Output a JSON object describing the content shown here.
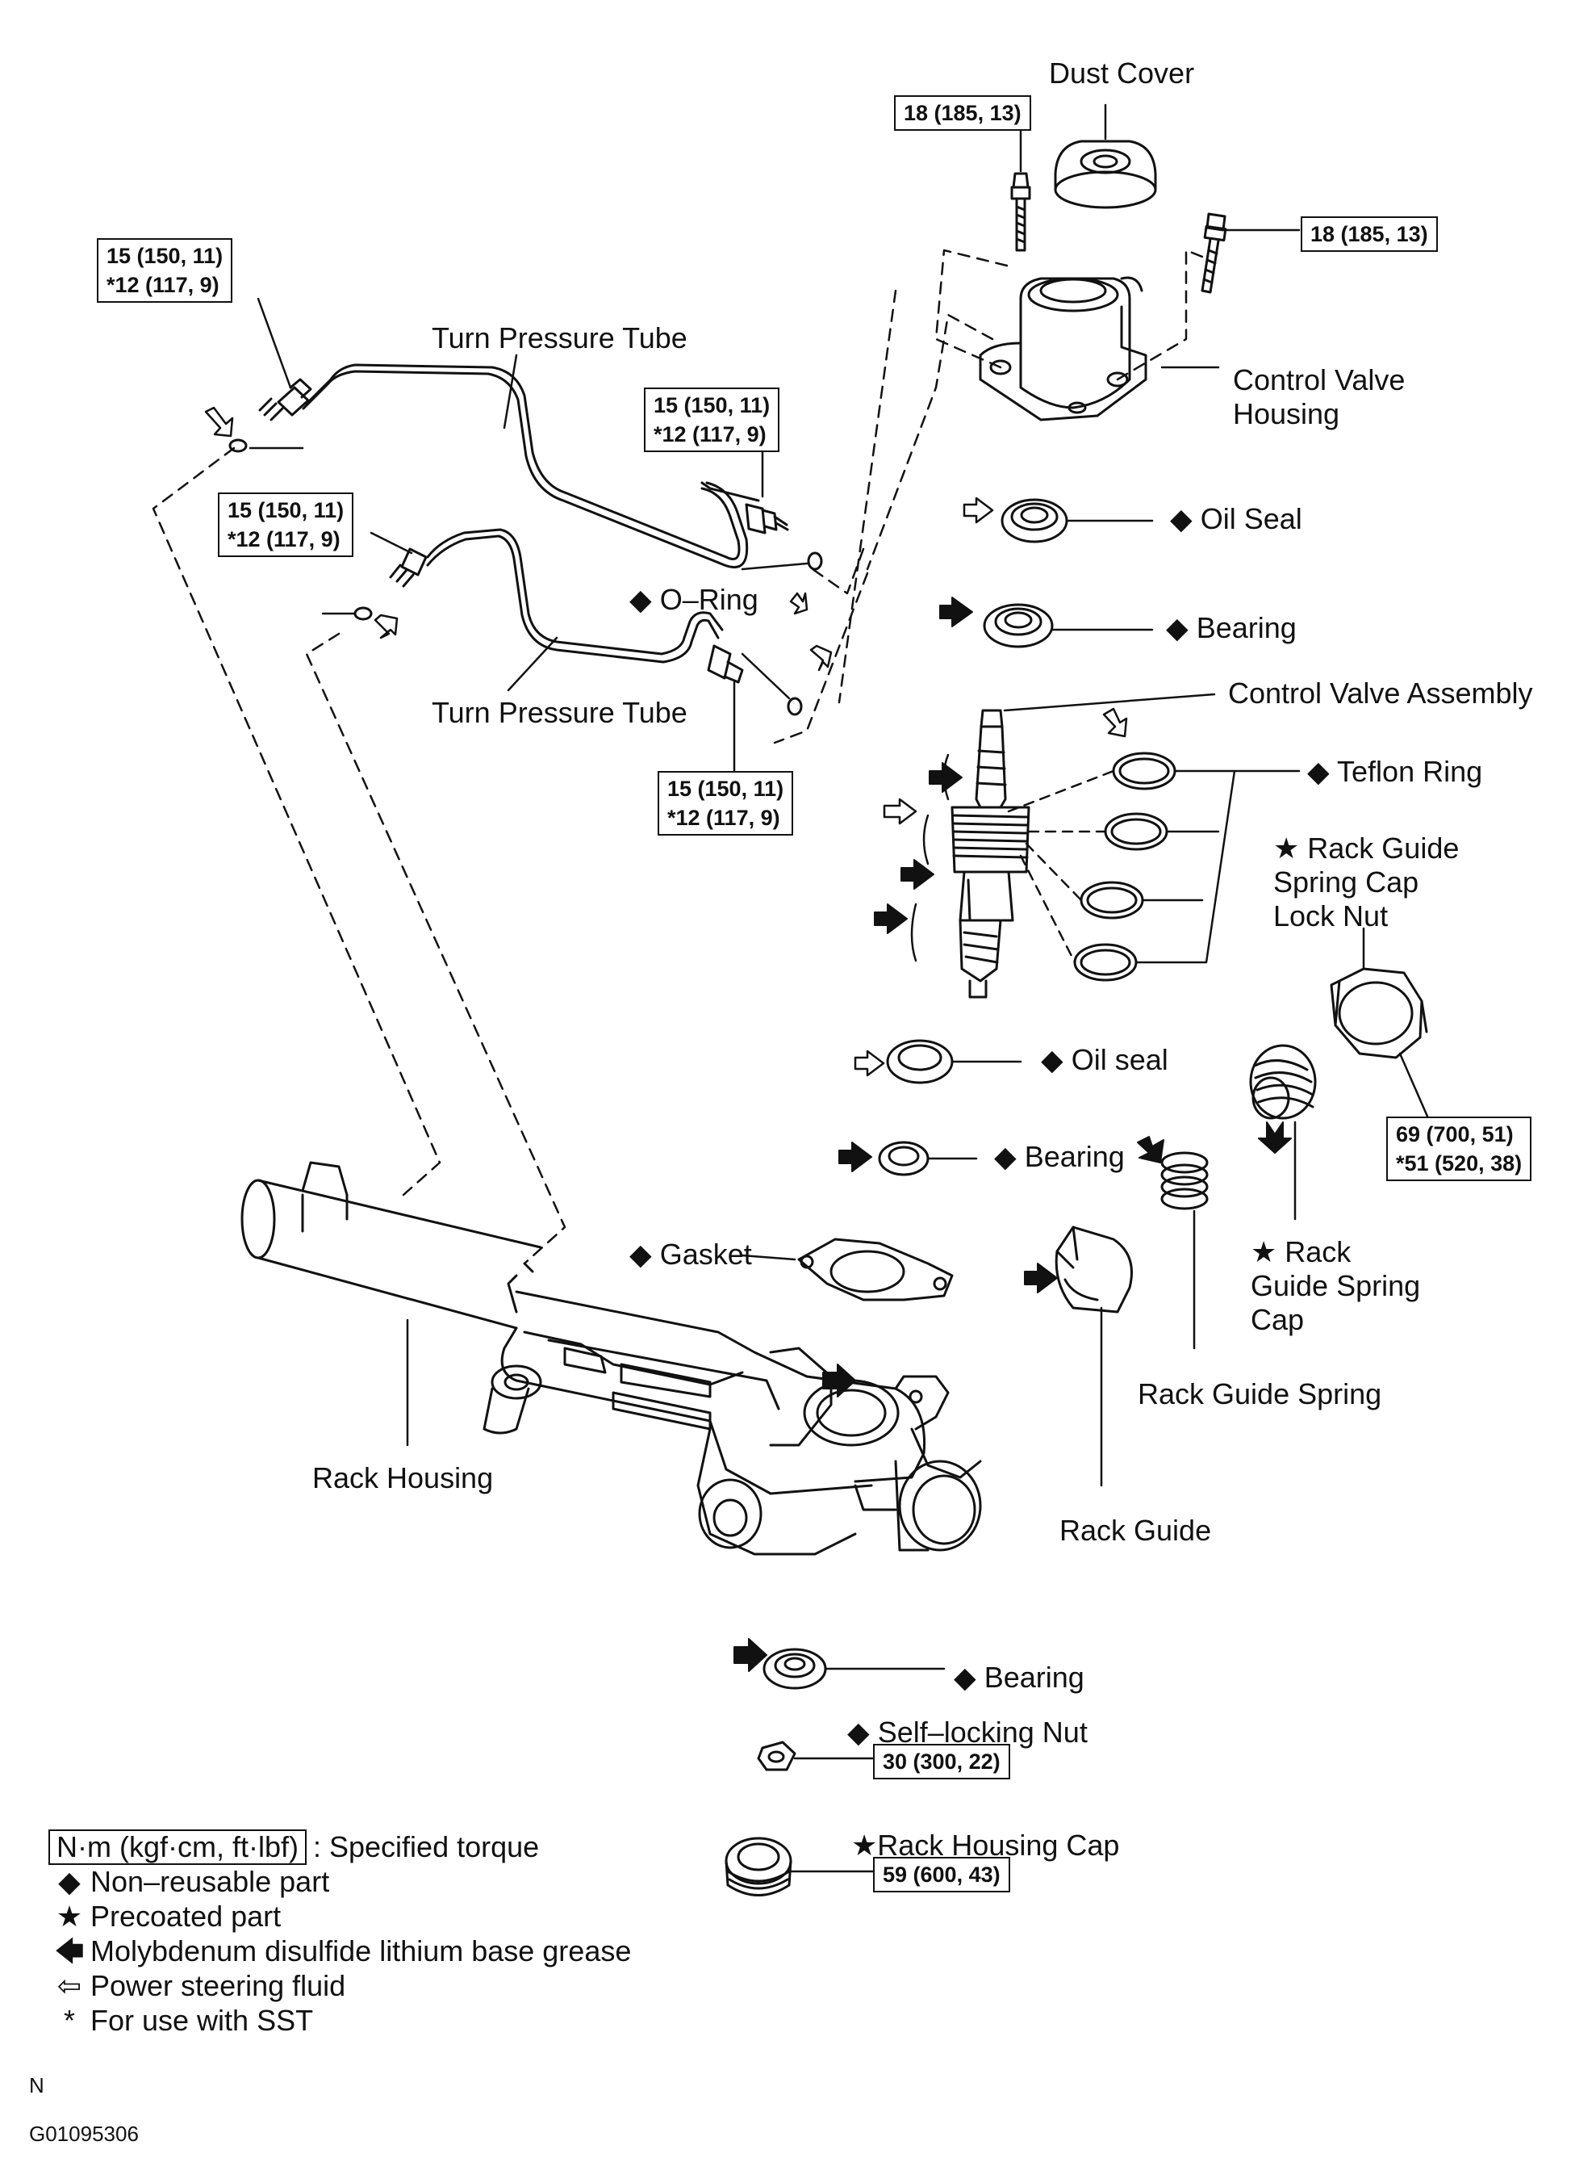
{
  "labels": {
    "dust_cover": "Dust Cover",
    "turn_pressure_tube_top": "Turn Pressure Tube",
    "turn_pressure_tube_bottom": "Turn Pressure Tube",
    "control_valve_housing": "Control Valve Housing",
    "oil_seal_upper": "◆ Oil Seal",
    "o_ring": "◆ O–Ring",
    "bearing_upper": "◆ Bearing",
    "control_valve_assembly": "Control Valve Assembly",
    "teflon_ring": "◆ Teflon Ring",
    "rack_guide_spring_cap_lock_nut": "★ Rack Guide Spring Cap Lock Nut",
    "oil_seal_lower": "◆ Oil seal",
    "bearing_middle": "◆ Bearing",
    "gasket": "◆ Gasket",
    "rack_guide_spring_cap": "★ Rack Guide Spring Cap",
    "rack_guide_spring": "Rack Guide Spring",
    "rack_housing": "Rack Housing",
    "rack_guide": "Rack Guide",
    "bearing_lower": "◆ Bearing",
    "self_locking_nut": "◆ Self–locking Nut",
    "rack_housing_cap": "★Rack Housing Cap"
  },
  "torques": {
    "dust_cover_bolt": [
      "18 (185, 13)"
    ],
    "housing_bolt_right": [
      "18 (185, 13)"
    ],
    "tube_top_left": [
      "15 (150, 11)",
      "*12 (117, 9)"
    ],
    "tube_top_right": [
      "15 (150, 11)",
      "*12 (117, 9)"
    ],
    "tube_bottom_left": [
      "15 (150, 11)",
      "*12 (117, 9)"
    ],
    "tube_bottom_right": [
      "15 (150, 11)",
      "*12 (117, 9)"
    ],
    "lock_nut": [
      "69 (700, 51)",
      "*51 (520, 38)"
    ],
    "self_locking_nut": [
      "30 (300, 22)"
    ],
    "rack_housing_cap": [
      "59 (600, 43)"
    ]
  },
  "legend": {
    "torque_unit": "N·m (kgf·cm, ft·lbf)",
    "torque_text": ": Specified torque",
    "non_reusable": "Non–reusable part",
    "precoated": "Precoated part",
    "moly_grease": "Molybdenum disulfide lithium base grease",
    "ps_fluid": "Power steering fluid",
    "sst": "For use with SST"
  },
  "footer": {
    "north": "N",
    "figure_id": "G01095306"
  }
}
